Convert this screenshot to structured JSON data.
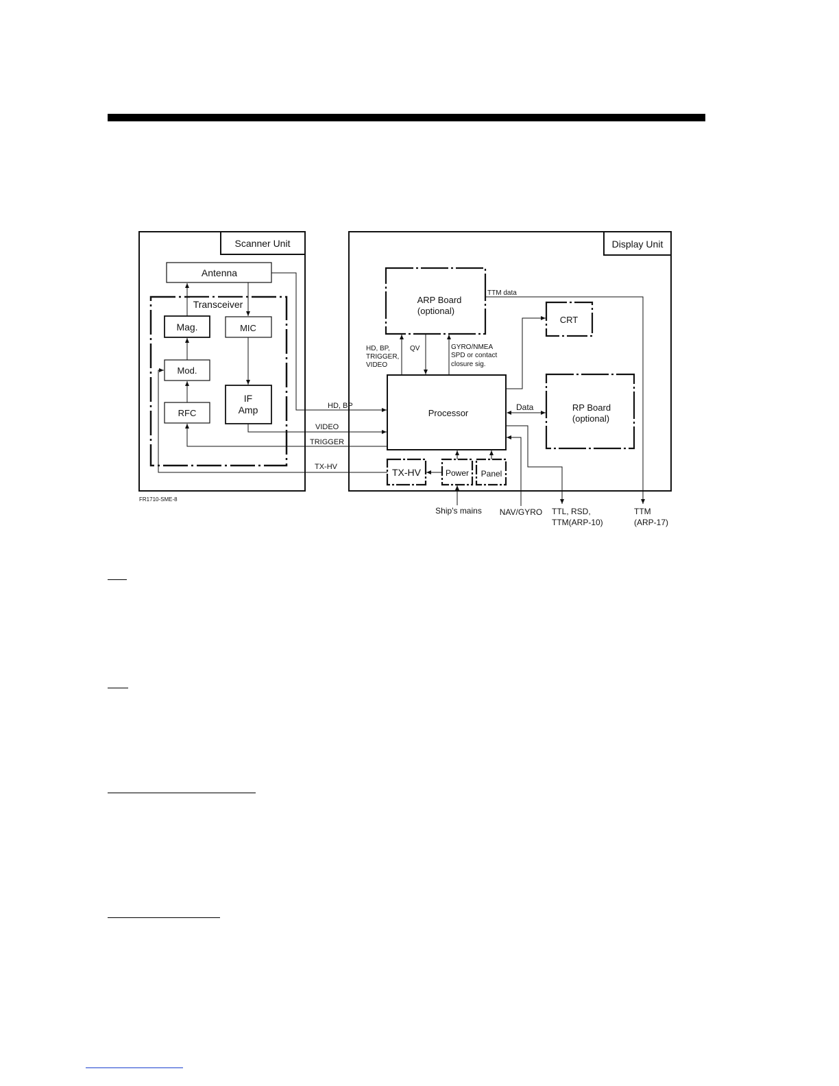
{
  "diagram": {
    "units": {
      "scanner": "Scanner Unit",
      "display": "Display Unit"
    },
    "blocks": {
      "antenna": "Antenna",
      "transceiver": "Transceiver",
      "mag": "Mag.",
      "mic": "MIC",
      "mod": "Mod.",
      "if_amp_line1": "IF",
      "if_amp_line2": "Amp",
      "rfc": "RFC",
      "arp_line1": "ARP Board",
      "arp_line2": "(optional)",
      "crt": "CRT",
      "processor": "Processor",
      "rp_line1": "RP Board",
      "rp_line2": "(optional)",
      "txhv": "TX-HV",
      "power": "Power",
      "panel": "Panel"
    },
    "signals": {
      "hd_bp": "HD, BP",
      "video": "VIDEO",
      "trigger": "TRIGGER",
      "tx_hv": "TX-HV",
      "ttm_data": "TTM data",
      "data": "Data",
      "qv": "QV",
      "arp_in": [
        "HD, BP,",
        "TRIGGER,",
        "VIDEO"
      ],
      "gyro_in": [
        "GYRO/NMEA",
        "SPD or contact",
        "closure sig."
      ]
    },
    "externals": {
      "ships_mains": "Ship's mains",
      "nav_gyro": "NAV/GYRO",
      "ttl_line1": "TTL, RSD,",
      "ttl_line2": "TTM(ARP-10)",
      "ttm_line1": "TTM",
      "ttm_line2": "(ARP-17)"
    },
    "figure_id": "FR1710-SME-8"
  }
}
